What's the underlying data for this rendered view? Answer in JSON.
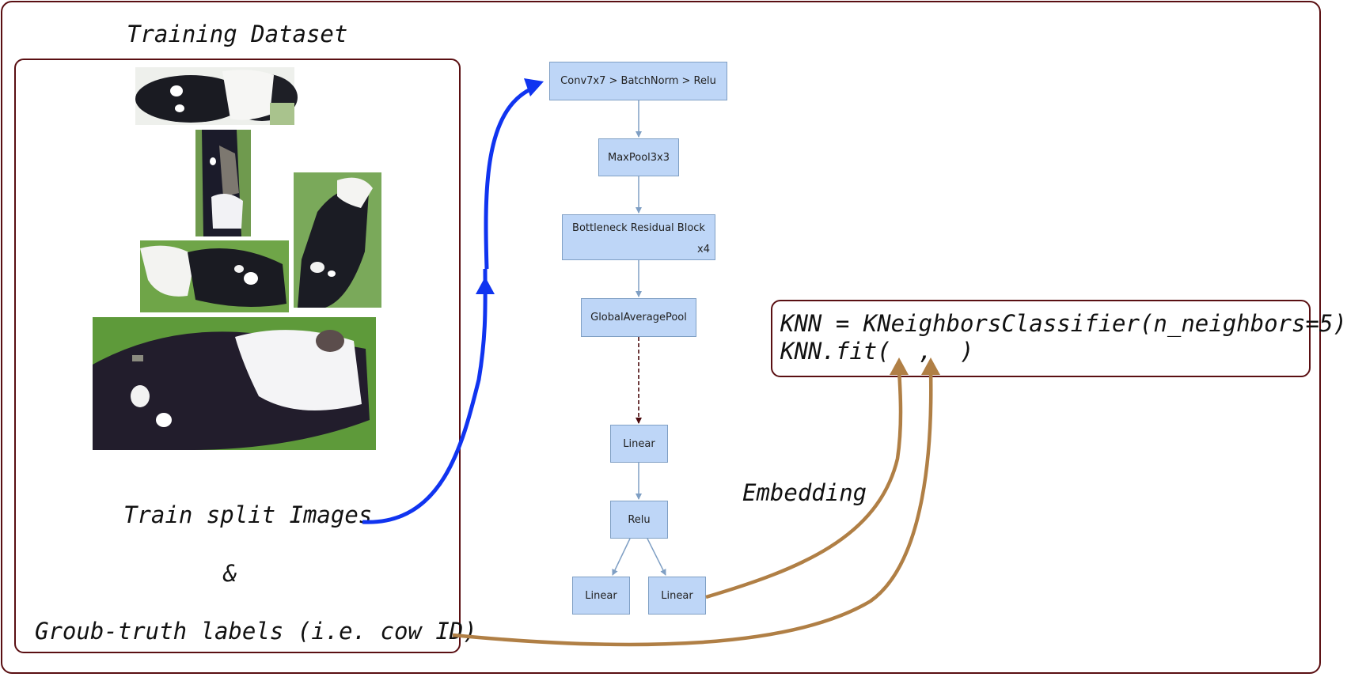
{
  "dataset": {
    "title": "Training Dataset",
    "images_label": "Train split Images",
    "amp_label": "&",
    "labels_label": "Groub-truth labels (i.e. cow ID)"
  },
  "network": {
    "conv": "Conv7x7 > BatchNorm > Relu",
    "maxpool": "MaxPool3x3",
    "bottleneck": "Bottleneck Residual Block",
    "bottleneck_repeat": "x4",
    "gap": "GlobalAveragePool",
    "linear1": "Linear",
    "relu": "Relu",
    "linear_left": "Linear",
    "linear_right": "Linear"
  },
  "embedding_label": "Embedding",
  "knn": {
    "line1": "KNN = KNeighborsClassifier(n_neighbors=5)",
    "line2": "KNN.fit(  ,  )"
  },
  "colors": {
    "frame": "#5a0f12",
    "node_fill": "#bed6f7",
    "node_border": "#7f9fc4",
    "images_arrow": "#1034f0",
    "labels_arrow": "#b07f45",
    "dashed_arrow": "#4a0a0d"
  }
}
